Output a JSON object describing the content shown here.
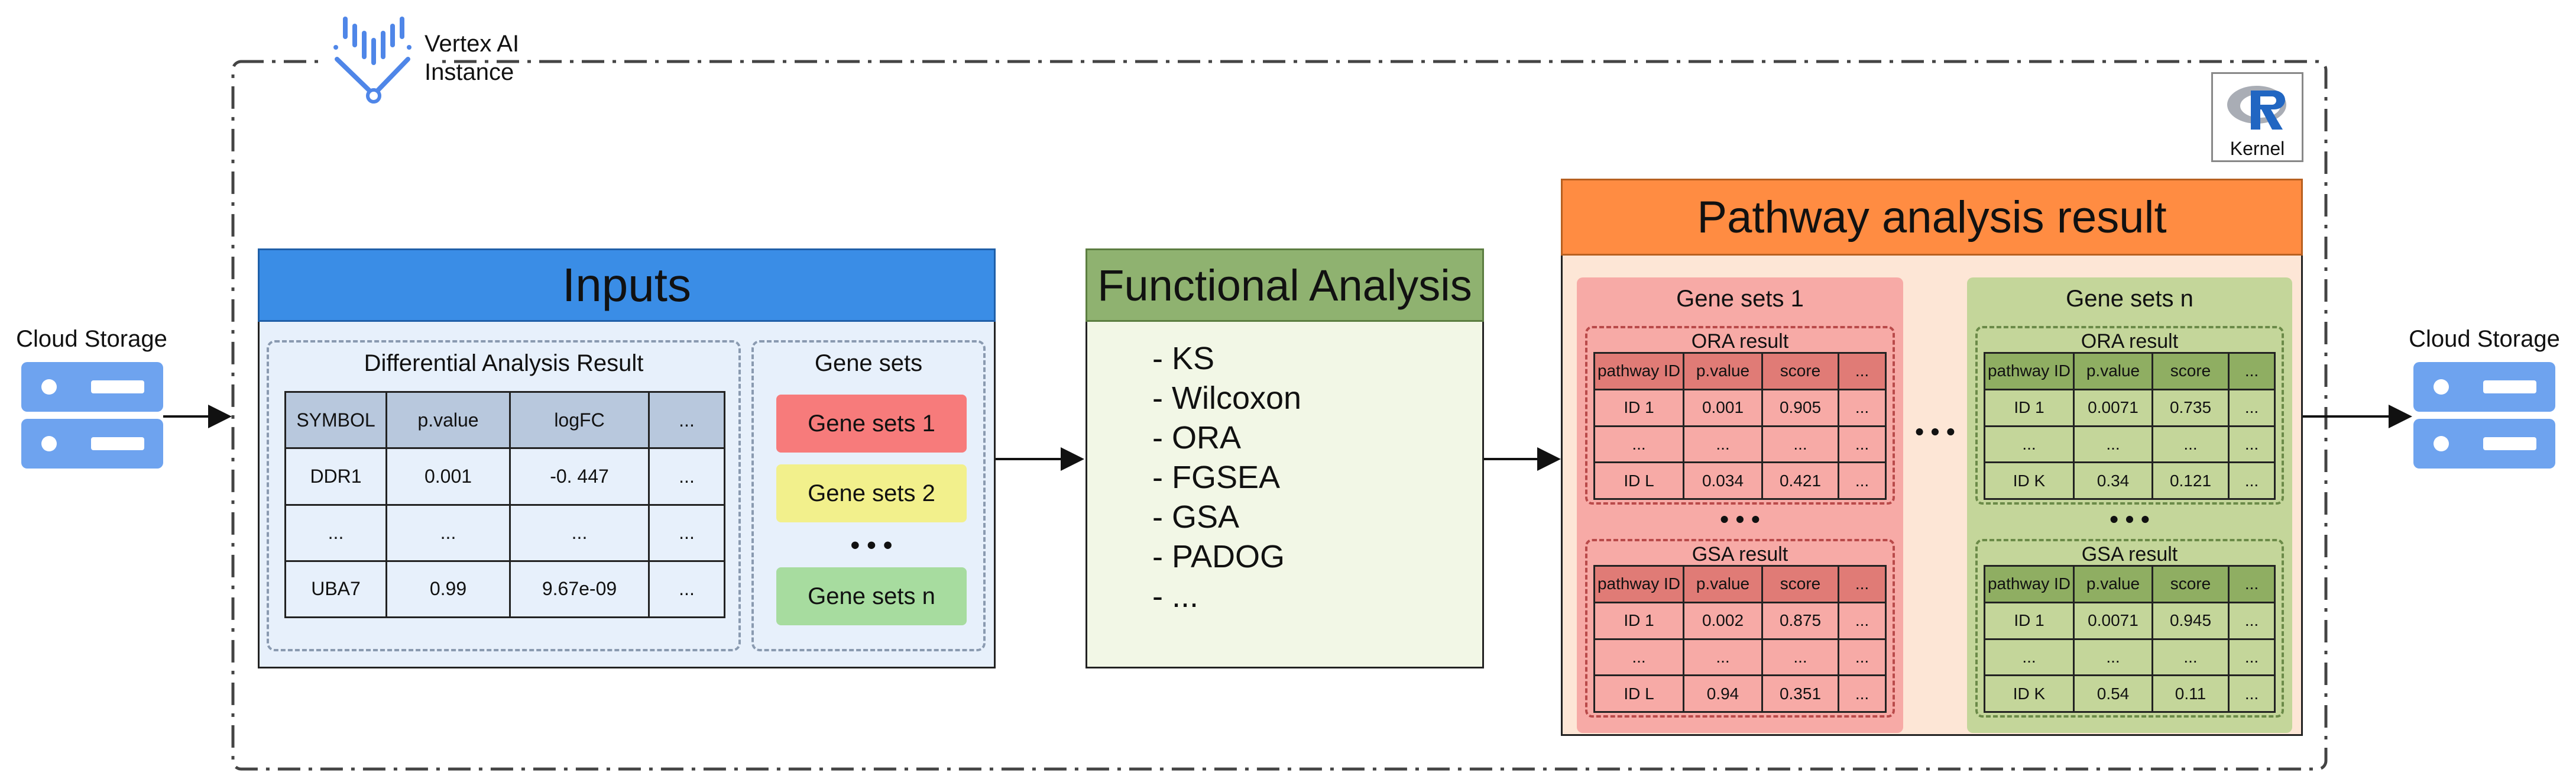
{
  "vertex": {
    "title_line1": "Vertex AI",
    "title_line2": "Instance"
  },
  "kernel": {
    "label": "Kernel",
    "icon": "r-logo-icon"
  },
  "cloud_storage": {
    "left_label": "Cloud Storage",
    "right_label": "Cloud Storage"
  },
  "inputs": {
    "title": "Inputs",
    "diff_title": "Differential Analysis Result",
    "columns": [
      "SYMBOL",
      "p.value",
      "logFC",
      "..."
    ],
    "rows": [
      [
        "DDR1",
        "0.001",
        "-0. 447",
        "..."
      ],
      [
        "...",
        "...",
        "...",
        "..."
      ],
      [
        "UBA7",
        "0.99",
        "9.67e-09",
        "..."
      ]
    ],
    "gene_sets_title": "Gene sets",
    "gene_sets": [
      "Gene sets 1",
      "Gene sets 2",
      "Gene sets n"
    ],
    "ellipsis": "• • •",
    "colors": {
      "set1": "#f77b7b",
      "set2": "#f2f08c",
      "setn": "#a7dc9f"
    }
  },
  "functional": {
    "title": "Functional Analysis",
    "methods": [
      "- KS",
      "- Wilcoxon",
      "- ORA",
      "- FGSEA",
      "- GSA",
      "- PADOG",
      "- ..."
    ]
  },
  "pathway": {
    "title": "Pathway analysis result",
    "between_ellipsis": "• • •",
    "sets": [
      {
        "title": "Gene sets 1",
        "ora": {
          "title": "ORA result",
          "columns": [
            "pathway ID",
            "p.value",
            "score",
            "..."
          ],
          "rows": [
            [
              "ID 1",
              "0.001",
              "0.905",
              "..."
            ],
            [
              "...",
              "...",
              "...",
              "..."
            ],
            [
              "ID L",
              "0.034",
              "0.421",
              "..."
            ]
          ]
        },
        "ellipsis": "• • •",
        "gsa": {
          "title": "GSA result",
          "columns": [
            "pathway ID",
            "p.value",
            "score",
            "..."
          ],
          "rows": [
            [
              "ID 1",
              "0.002",
              "0.875",
              "..."
            ],
            [
              "...",
              "...",
              "...",
              "..."
            ],
            [
              "ID L",
              "0.94",
              "0.351",
              "..."
            ]
          ]
        }
      },
      {
        "title": "Gene sets n",
        "ora": {
          "title": "ORA result",
          "columns": [
            "pathway ID",
            "p.value",
            "score",
            "..."
          ],
          "rows": [
            [
              "ID 1",
              "0.0071",
              "0.735",
              "..."
            ],
            [
              "...",
              "...",
              "...",
              "..."
            ],
            [
              "ID K",
              "0.34",
              "0.121",
              "..."
            ]
          ]
        },
        "ellipsis": "• • •",
        "gsa": {
          "title": "GSA result",
          "columns": [
            "pathway ID",
            "p.value",
            "score",
            "..."
          ],
          "rows": [
            [
              "ID 1",
              "0.0071",
              "0.945",
              "..."
            ],
            [
              "...",
              "...",
              "...",
              "..."
            ],
            [
              "ID K",
              "0.54",
              "0.11",
              "..."
            ]
          ]
        }
      }
    ]
  }
}
